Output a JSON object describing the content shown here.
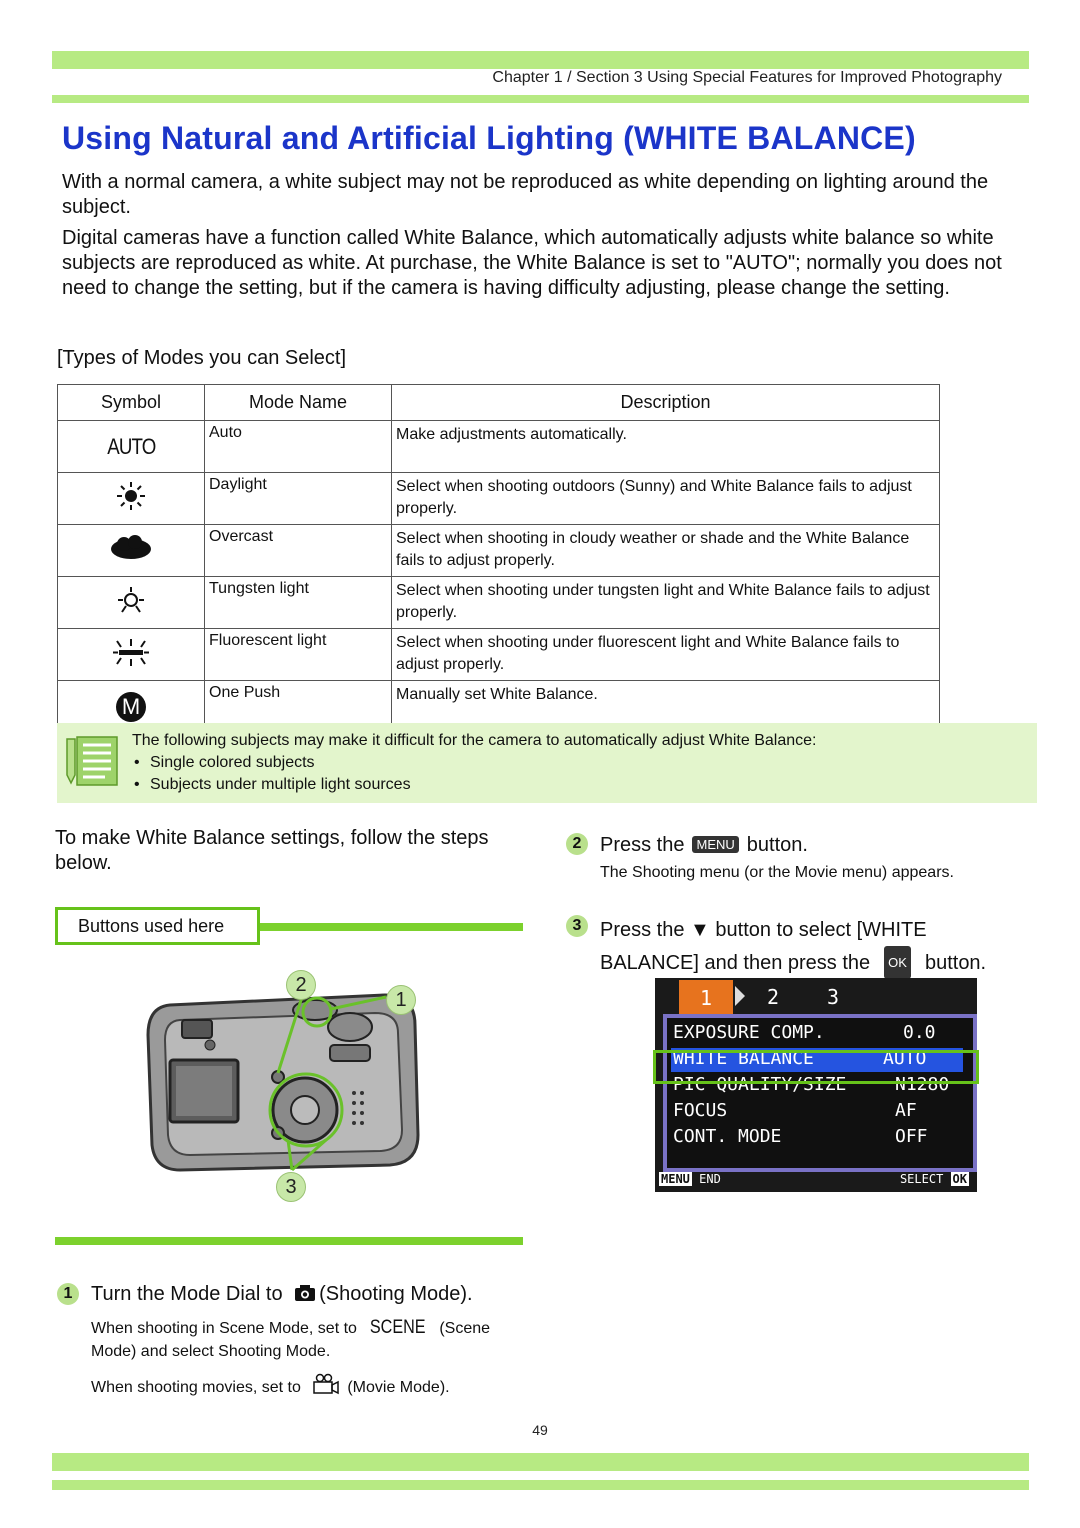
{
  "header": {
    "chapter_text": "Chapter 1 / Section 3  Using Special Features for Improved Photography"
  },
  "title": "Using Natural and Artificial Lighting (WHITE BALANCE)",
  "paragraphs": [
    "With a normal camera, a white subject may not  be reproduced as white depending on lighting around the subject.",
    "Digital cameras have a function called White Balance, which automatically adjusts white balance so white subjects are reproduced as white. At purchase, the White Balance is set to \"AUTO\"; normally you does not need to change the setting, but if the camera is having difficulty adjusting, please change the setting."
  ],
  "types_heading": "[Types of Modes you can Select]",
  "table": {
    "headers": [
      "Symbol",
      "Mode Name",
      "Description"
    ],
    "rows": [
      {
        "symbol": "AUTO",
        "icon": "auto-icon",
        "name": "Auto",
        "desc": "Make adjustments automatically."
      },
      {
        "symbol": "",
        "icon": "sun-icon",
        "name": "Daylight",
        "desc": "Select when shooting outdoors (Sunny) and White Balance fails to adjust properly."
      },
      {
        "symbol": "",
        "icon": "cloud-icon",
        "name": "Overcast",
        "desc": "Select when shooting in cloudy weather or shade and the White Balance fails to adjust properly."
      },
      {
        "symbol": "",
        "icon": "tungsten-bulb-icon",
        "name": "Tungsten light",
        "desc": "Select when shooting under tungsten light and White Balance fails to adjust properly."
      },
      {
        "symbol": "",
        "icon": "fluorescent-icon",
        "name": "Fluorescent light",
        "desc": "Select when shooting under fluorescent light and White Balance fails to adjust properly."
      },
      {
        "symbol": "M",
        "icon": "manual-m-icon",
        "name": "One Push",
        "desc": "Manually set White Balance."
      }
    ]
  },
  "note": {
    "icon": "notepad-icon",
    "text": "The following subjects may make it difficult for the camera to automatically adjust White Balance:",
    "bullets": [
      "Single colored subjects",
      "Subjects under multiple light sources"
    ]
  },
  "intro": "To make White Balance settings, follow the steps below.",
  "buttons_used_label": "Buttons used here",
  "camera_callouts": [
    "2",
    "1",
    "3"
  ],
  "steps": [
    {
      "num": "1",
      "title_pre": "Turn the Mode Dial to",
      "title_post": "(Shooting Mode).",
      "sub1_pre": "When shooting in Scene Mode, set to",
      "sub1_key": "SCENE",
      "sub1_post": "(Scene",
      "sub1_line2": "Mode) and select Shooting Mode.",
      "sub2_pre": "When shooting movies, set to",
      "sub2_post": "(Movie Mode)."
    },
    {
      "num": "2",
      "title_pre": "Press the",
      "key": "MENU",
      "title_post": "button.",
      "sub": "The Shooting menu (or the Movie menu) appears."
    },
    {
      "num": "3",
      "title_pre": "Press the ▼ button to select [WHITE",
      "title_line2_pre": "BALANCE] and then press the",
      "key": "OK",
      "title_line2_post": "button."
    }
  ],
  "lcd_menu": {
    "tabs": [
      "1",
      "2",
      "3"
    ],
    "items": [
      {
        "label": "EXPOSURE COMP.",
        "value": "0.0"
      },
      {
        "label": "WHITE BALANCE",
        "value": "AUTO"
      },
      {
        "label": "PIC QUALITY/SIZE",
        "value": "N1280"
      },
      {
        "label": "FOCUS",
        "value": "AF"
      },
      {
        "label": "CONT. MODE",
        "value": "OFF"
      }
    ],
    "footer_left_key": "MENU",
    "footer_left": "END",
    "footer_right": "SELECT",
    "footer_right_key": "OK"
  },
  "page_number": "49",
  "colors": {
    "title": "#1b35c9",
    "green_bar": "#b7ea83",
    "green_line": "#7cd12d",
    "lcd_bg": "#1a1a1a",
    "lcd_highlight": "#2554e0"
  }
}
